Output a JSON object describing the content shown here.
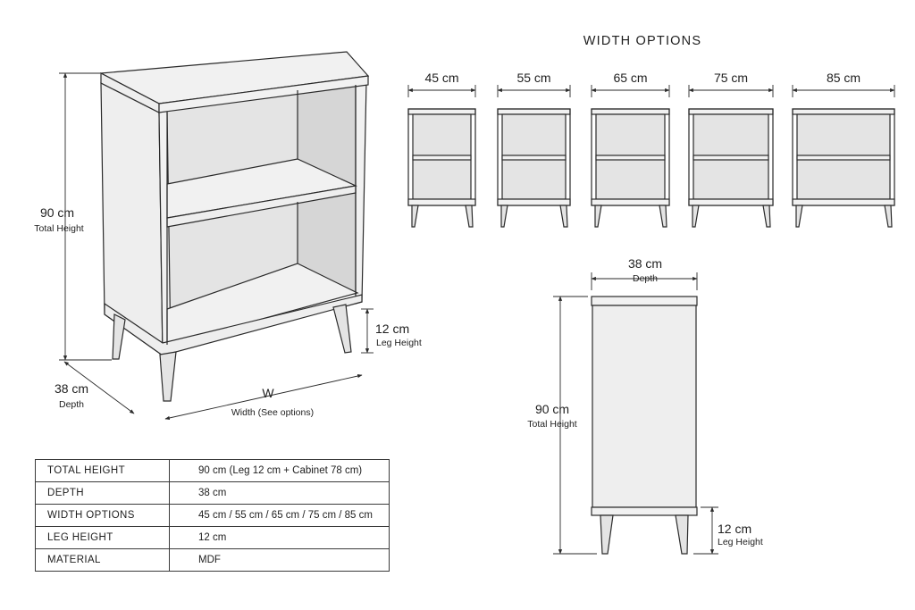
{
  "main_view": {
    "height_value": "90 cm",
    "height_caption": "Total Height",
    "depth_value": "38 cm",
    "depth_caption": "Depth",
    "width_value": "W",
    "width_caption": "Width (See options)",
    "leg_value": "12 cm",
    "leg_caption": "Leg Height"
  },
  "width_options": {
    "title": "WIDTH OPTIONS",
    "options": [
      "45 cm",
      "55 cm",
      "65 cm",
      "75 cm",
      "85 cm"
    ]
  },
  "side_view": {
    "depth_value": "38 cm",
    "depth_caption": "Depth",
    "height_value": "90 cm",
    "height_caption": "Total Height",
    "leg_value": "12 cm",
    "leg_caption": "Leg Height"
  },
  "specs": [
    {
      "label": "TOTAL HEIGHT",
      "value": "90 cm (Leg 12 cm + Cabinet 78 cm)"
    },
    {
      "label": "DEPTH",
      "value": "38 cm"
    },
    {
      "label": "WIDTH OPTIONS",
      "value": "45 cm / 55 cm / 65 cm / 75 cm / 85 cm"
    },
    {
      "label": "LEG HEIGHT",
      "value": "12 cm"
    },
    {
      "label": "MATERIAL",
      "value": "MDF"
    }
  ]
}
